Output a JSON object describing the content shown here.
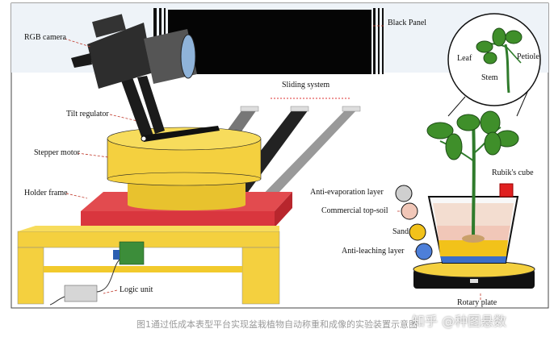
{
  "labels": {
    "rgb_camera": "RGB camera",
    "black_panel": "Black Panel",
    "sliding_system": "Sliding system",
    "tilt_regulator": "Tilt regulator",
    "stepper_motor": "Stepper motor",
    "holder_frame": "Holder frame",
    "logic_unit": "Logic unit",
    "leaf": "Leaf",
    "petiole": "Petiole",
    "stem": "Stem",
    "rubiks_cube": "Rubik's cube",
    "anti_evaporation_layer": "Anti-evaporation layer",
    "commercial_top_soil": "Commercial top-soil",
    "sand": "Sand",
    "anti_leaching_layer": "Anti-leaching layer",
    "rotary_plate": "Rotary plate"
  },
  "caption": "图1通过低成本表型平台实现盆栽植物自动称重和成像的实验装置示意图",
  "watermark": "知乎 @种图悬数",
  "colors": {
    "yellow": "#f4d03f",
    "red": "#d9363e",
    "green": "#3f8f2a",
    "black": "#111111",
    "sky": "#e9f1f8"
  }
}
